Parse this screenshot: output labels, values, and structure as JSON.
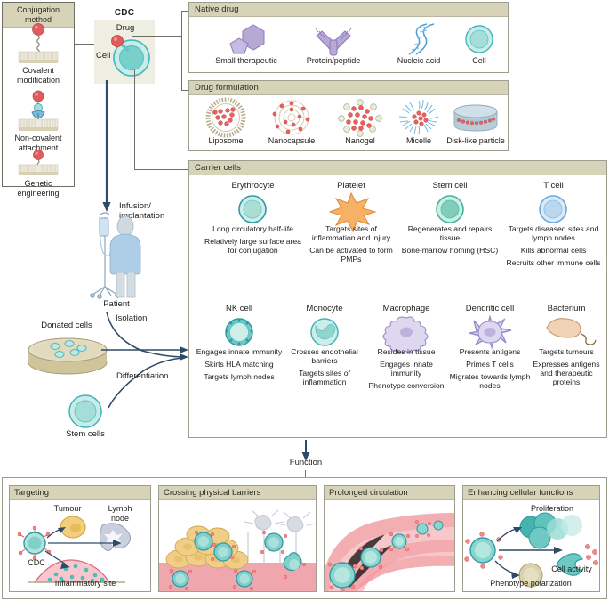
{
  "sidebar": {
    "header": "Conjugation method",
    "items": [
      {
        "label": "Covalent modification",
        "icon": "membrane-covalent-icon"
      },
      {
        "label": "Non-covalent attachment",
        "icon": "membrane-noncovalent-icon"
      },
      {
        "label": "Genetic engineering",
        "icon": "membrane-genetic-icon"
      }
    ]
  },
  "cdc": {
    "title": "CDC",
    "drug_label": "Drug",
    "cell_label": "Cell"
  },
  "flow": {
    "infusion": "Infusion/ implantation",
    "patient": "Patient",
    "donated_cells": "Donated cells",
    "stem_cells": "Stem cells",
    "isolation": "Isolation",
    "differentiation": "Differentiation",
    "function": "Function"
  },
  "native_drug": {
    "header": "Native drug",
    "items": [
      {
        "label": "Small therapeutic",
        "icon": "hexagon-molecule-icon"
      },
      {
        "label": "Protein/peptide",
        "icon": "antibody-icon"
      },
      {
        "label": "Nucleic acid",
        "icon": "dna-helix-icon"
      },
      {
        "label": "Cell",
        "icon": "cell-icon"
      }
    ]
  },
  "drug_formulation": {
    "header": "Drug formulation",
    "items": [
      {
        "label": "Liposome",
        "icon": "liposome-icon"
      },
      {
        "label": "Nanocapsule",
        "icon": "nanocapsule-icon"
      },
      {
        "label": "Nanogel",
        "icon": "nanogel-icon"
      },
      {
        "label": "Micelle",
        "icon": "micelle-icon"
      },
      {
        "label": "Disk-like particle",
        "icon": "disk-particle-icon"
      }
    ]
  },
  "carrier_cells": {
    "header": "Carrier cells",
    "row1": [
      {
        "name": "Erythrocyte",
        "icon": "erythrocyte-icon",
        "traits": [
          "Long circulatory half-life",
          "Relatively large surface area for conjugation"
        ]
      },
      {
        "name": "Platelet",
        "icon": "platelet-icon",
        "traits": [
          "Targets sites of inflammation and injury",
          "Can be activated to form PMPs"
        ]
      },
      {
        "name": "Stem cell",
        "icon": "stem-cell-icon",
        "traits": [
          "Regenerates and repairs tissue",
          "Bone-marrow homing (HSC)"
        ]
      },
      {
        "name": "T cell",
        "icon": "t-cell-icon",
        "traits": [
          "Targets diseased sites and lymph nodes",
          "Kills abnormal cells",
          "Recruits other immune cells"
        ]
      }
    ],
    "row2": [
      {
        "name": "NK cell",
        "icon": "nk-cell-icon",
        "traits": [
          "Engages innate immunity",
          "Skirts HLA matching",
          "Targets lymph nodes"
        ]
      },
      {
        "name": "Monocyte",
        "icon": "monocyte-icon",
        "traits": [
          "Crosses endothelial barriers",
          "Targets sites of inflammation"
        ]
      },
      {
        "name": "Macrophage",
        "icon": "macrophage-icon",
        "traits": [
          "Resides in tissue",
          "Engages innate immunity",
          "Phenotype conversion"
        ]
      },
      {
        "name": "Dendritic cell",
        "icon": "dendritic-cell-icon",
        "traits": [
          "Presents antigens",
          "Primes T cells",
          "Migrates towards lymph nodes"
        ]
      },
      {
        "name": "Bacterium",
        "icon": "bacterium-icon",
        "traits": [
          "Targets tumours",
          "Expresses antigens and therapeutic proteins"
        ]
      }
    ]
  },
  "functions": [
    {
      "header": "Targeting",
      "labels": {
        "cdc": "CDC",
        "tumour": "Tumour",
        "lymph": "Lymph node",
        "inflammatory": "Inflammatory site"
      }
    },
    {
      "header": "Crossing physical barriers",
      "labels": {}
    },
    {
      "header": "Prolonged circulation",
      "labels": {}
    },
    {
      "header": "Enhancing cellular functions",
      "labels": {
        "proliferation": "Proliferation",
        "cell_activity": "Cell activity",
        "phenotype": "Phenotype polarization"
      }
    }
  ],
  "colors": {
    "header_beige": "#d7d3b9",
    "panel_border": "#9e9e8e",
    "teal": "#5ec4c4",
    "teal_fill": "#a9ded8",
    "navy_arrow": "#2e4a66",
    "red_drug": "#e05c5c",
    "purple": "#b0a3d4",
    "orange": "#f2a95c",
    "pink": "#f0a0a8",
    "yellow": "#ecc878",
    "khaki": "#b5ad87"
  }
}
